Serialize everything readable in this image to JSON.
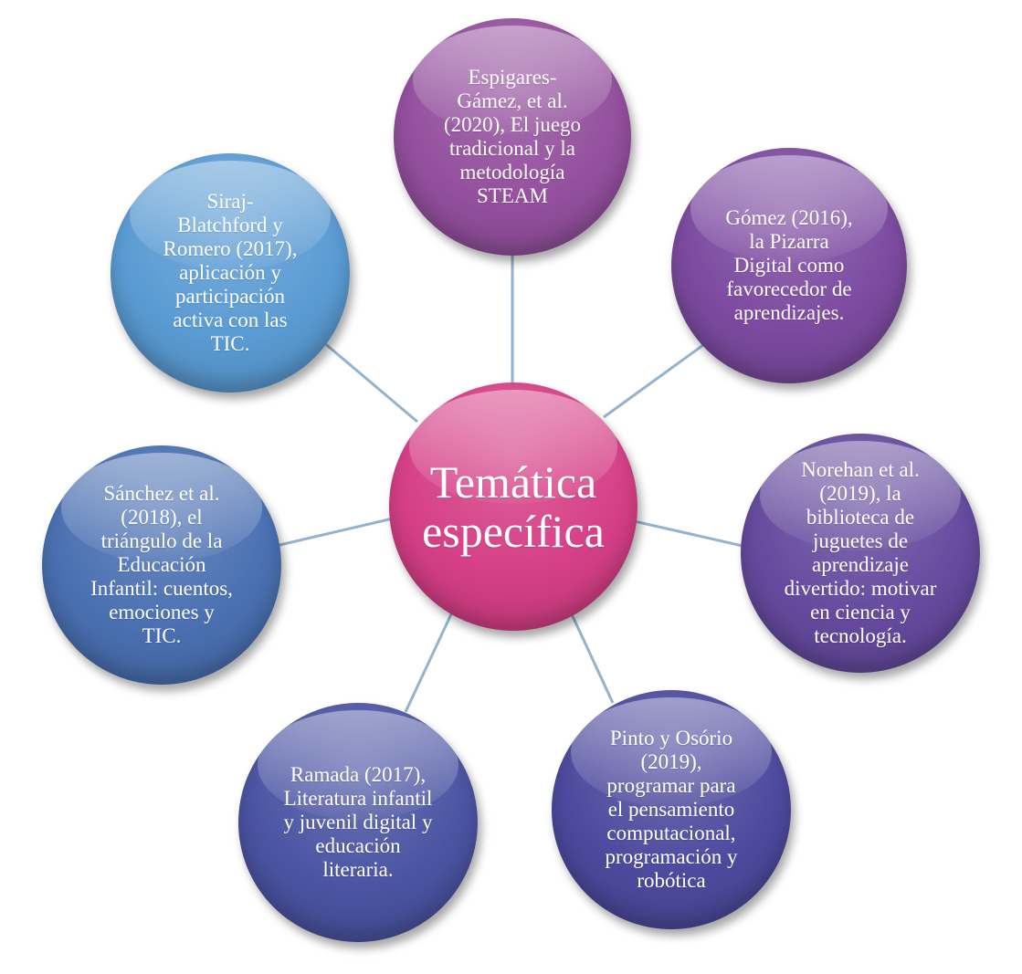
{
  "center": {
    "label": "Temática\nespecífica",
    "color": "#d63f86"
  },
  "nodes": [
    {
      "id": "espigares",
      "label": "Espigares-\nGámez, et al.\n(2020), El juego\ntradicional y la\nmetodología\nSTEAM",
      "color": "#94509e"
    },
    {
      "id": "gomez",
      "label": "Gómez (2016),\nla Pizarra\nDigital como\nfavorecedor de\naprendizajes.",
      "color": "#7c4aa0"
    },
    {
      "id": "norehan",
      "label": "Norehan et al.\n(2019), la\nbiblioteca de\njuguetes de\naprendizaje\ndivertido: motivar\nen ciencia y\ntecnología.",
      "color": "#654a9e"
    },
    {
      "id": "pinto",
      "label": "Pinto y Osório\n(2019),\nprogramar para\nel pensamiento\ncomputacional,\nprogramación y\nrobótica",
      "color": "#4d4a9e"
    },
    {
      "id": "ramada",
      "label": "Ramada (2017),\nLiteratura infantil\ny juvenil digital y\neducación\nliteraria.",
      "color": "#4a54a2"
    },
    {
      "id": "sanchez",
      "label": "Sánchez et al.\n(2018), el\ntriángulo de la\nEducación\nInfantil: cuentos,\nemociones y\nTIC.",
      "color": "#4a70b2"
    },
    {
      "id": "siraj",
      "label": "Siraj-\nBlatchford y\nRomero (2017),\naplicación y\nparticipación\nactiva con las\nTIC.",
      "color": "#5a9bd3"
    }
  ]
}
